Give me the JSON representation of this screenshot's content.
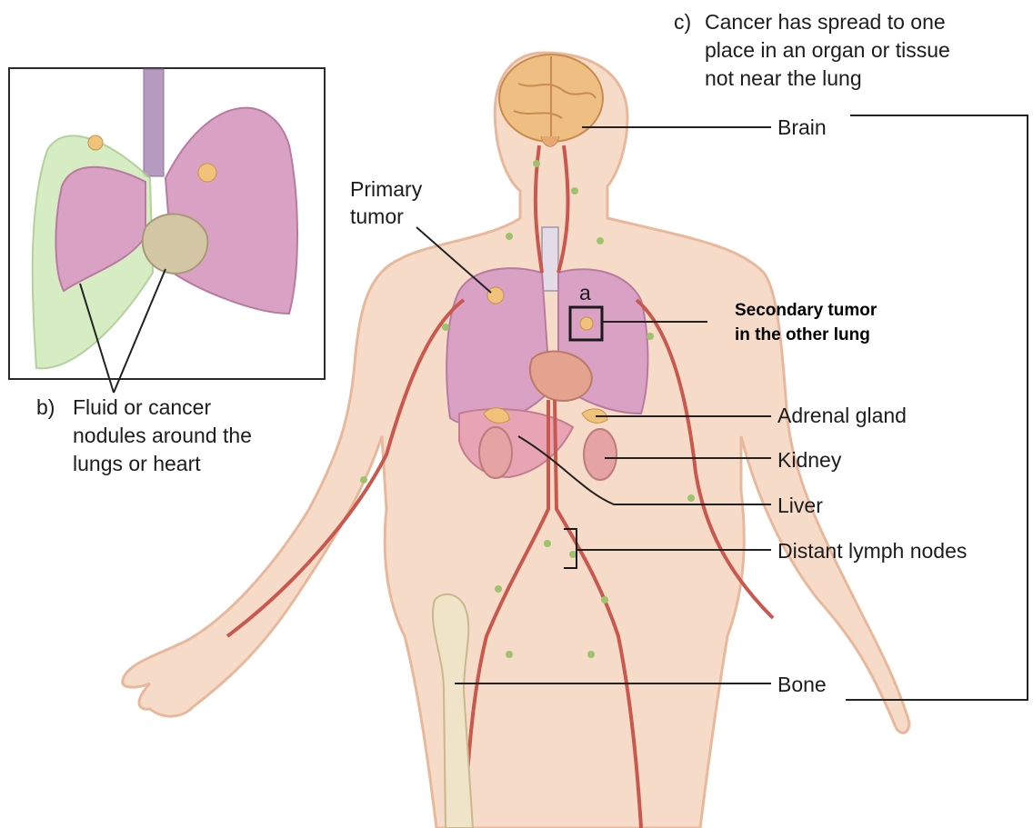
{
  "section_c": {
    "marker": "c)",
    "lines": [
      "Cancer has spread to one",
      "place in an organ or tissue",
      "not near the lung"
    ]
  },
  "section_b": {
    "marker": "b)",
    "lines": [
      "Fluid or cancer",
      "nodules around the",
      "lungs or heart"
    ]
  },
  "section_a": {
    "marker": "a"
  },
  "primary_tumor": {
    "lines": [
      "Primary",
      "tumor"
    ]
  },
  "secondary_tumor": {
    "lines": [
      "Secondary tumor",
      "in the other lung"
    ]
  },
  "organs": {
    "brain": "Brain",
    "adrenal_gland": "Adrenal gland",
    "kidney": "Kidney",
    "liver": "Liver",
    "distant_lymph_nodes": "Distant lymph nodes",
    "bone": "Bone"
  },
  "colors": {
    "skin": "#f6dcc8",
    "skin_outline": "#e8b89c",
    "lung": "#d9a2c4",
    "lung_outline": "#b97aa0",
    "vessel": "#c9584f",
    "tumor": "#f0c27a",
    "pleural_fluid": "#cfe9b8",
    "leader_line": "#222222"
  }
}
